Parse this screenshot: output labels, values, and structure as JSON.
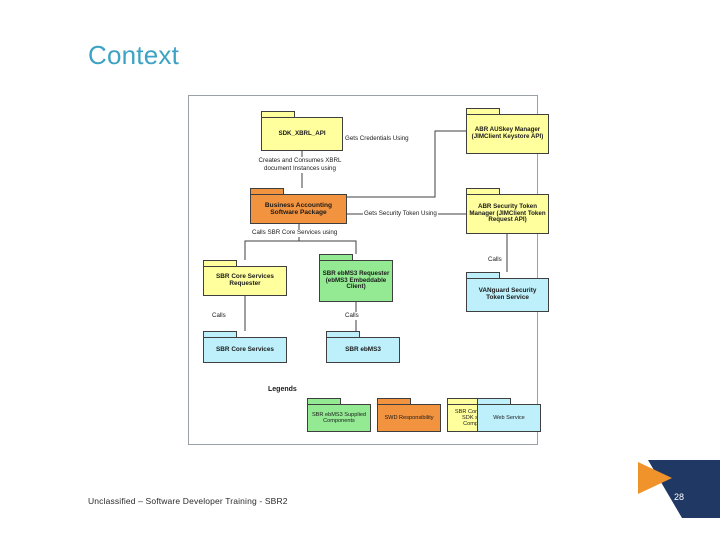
{
  "slide": {
    "title": "Context",
    "page_number": "28",
    "footer": "Unclassified – Software Developer Training - SBR2",
    "accent_color": "#3da3c4",
    "corner_dark": "#1f3864",
    "corner_orange": "#f0932b"
  },
  "diagram": {
    "nodes": {
      "sdk_xbrl_api": {
        "label": "SDK_XBRL_API",
        "color": "#ffff9e",
        "kind": "yellow"
      },
      "abr_auskey_manager": {
        "label": "ABR AUSkey Manager (JIMClient Keystore API)",
        "color": "#ffff9e",
        "kind": "yellow"
      },
      "business_accounting_software_package": {
        "label": "Business Accounting Software Package",
        "color": "#f29340",
        "kind": "orange"
      },
      "abr_security_token_manager": {
        "label": "ABR Security Token Manager (JIMClient Token Request API)",
        "color": "#ffff9e",
        "kind": "yellow"
      },
      "sbr_core_services_requester": {
        "label": "SBR Core Services Requester",
        "color": "#ffff9e",
        "kind": "yellow"
      },
      "sbr_ebms3_requester": {
        "label": "SBR ebMS3 Requester (ebMS3 Embeddable Client)",
        "color": "#93ea93",
        "kind": "green"
      },
      "vanguard_security_token_service": {
        "label": "VANguard Security Token Service",
        "color": "#bdf0fb",
        "kind": "blue"
      },
      "sbr_core_services": {
        "label": "SBR Core Services",
        "color": "#bdf0fb",
        "kind": "blue"
      },
      "sbr_ebms3": {
        "label": "SBR ebMS3",
        "color": "#bdf0fb",
        "kind": "blue"
      }
    },
    "edge_labels": {
      "creates_consumes": "Creates and Consumes XBRL document Instances using",
      "gets_credentials": "Gets Credentials Using",
      "gets_security_token": "Gets Security Token Using",
      "calls_sbr_core_services": "Calls SBR Core Services using",
      "calls_core": "Calls",
      "calls_ebms": "Calls",
      "calls_vanguard": "Calls"
    },
    "legend": {
      "title": "Legends",
      "items": [
        {
          "label": "SBR ebMS3 Supplied Components",
          "color": "#93ea93",
          "kind": "green"
        },
        {
          "label": "SWD Responsibility",
          "color": "#f29340",
          "kind": "orange"
        },
        {
          "label": "SBR Core Services SDK supplied Components",
          "color": "#ffff9e",
          "kind": "yellow"
        },
        {
          "label": "Web Service",
          "color": "#bdf0fb",
          "kind": "blue"
        }
      ]
    }
  }
}
